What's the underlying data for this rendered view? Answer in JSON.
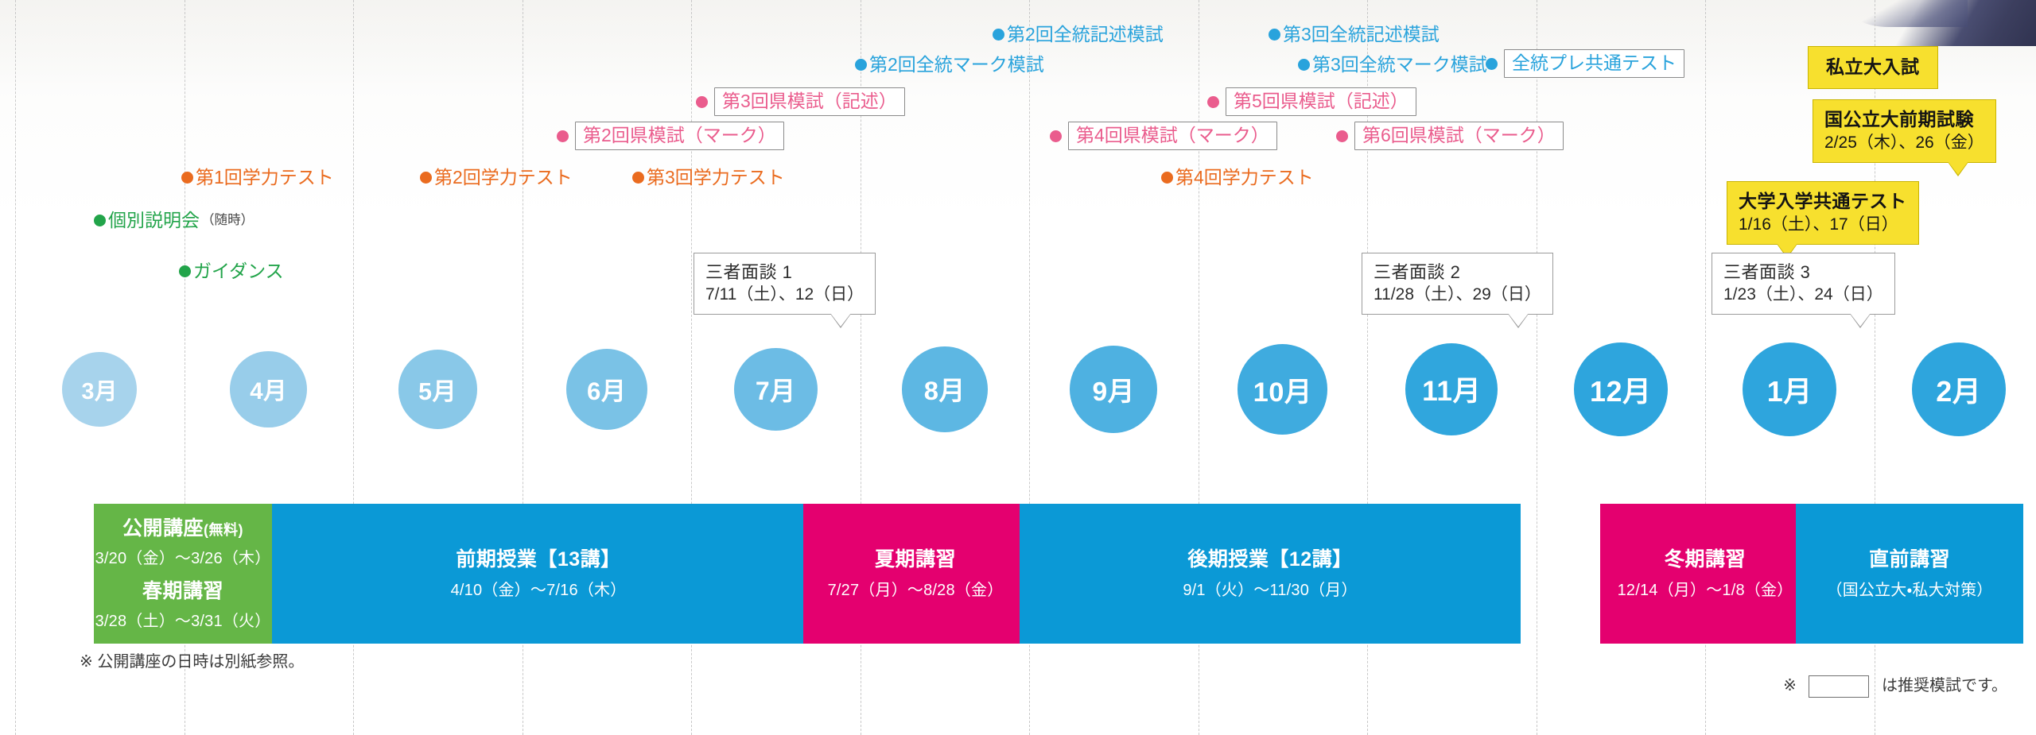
{
  "colors": {
    "orange": "#ea6b1f",
    "green": "#22a44a",
    "pink": "#ea5c8d",
    "blue": "#29a3dc",
    "yellow": "#f7e02e",
    "bar_blue": "#0b99d6",
    "bar_green": "#65b647",
    "bar_magenta": "#e4006f",
    "gridline": "#c9c9c9"
  },
  "months": [
    {
      "label": "3月"
    },
    {
      "label": "4月"
    },
    {
      "label": "5月"
    },
    {
      "label": "6月"
    },
    {
      "label": "7月"
    },
    {
      "label": "8月"
    },
    {
      "label": "9月"
    },
    {
      "label": "10月"
    },
    {
      "label": "11月"
    },
    {
      "label": "12月"
    },
    {
      "label": "1月"
    },
    {
      "label": "2月"
    }
  ],
  "green_events": [
    {
      "label": "個別説明会",
      "note": "（随時）"
    },
    {
      "label": "ガイダンス",
      "note": ""
    }
  ],
  "orange_events": [
    {
      "label": "第1回学力テスト"
    },
    {
      "label": "第2回学力テスト"
    },
    {
      "label": "第3回学力テスト"
    },
    {
      "label": "第4回学力テスト"
    }
  ],
  "pink_events": [
    {
      "label": "第2回県模試（マーク）",
      "boxed": true
    },
    {
      "label": "第3回県模試（記述）",
      "boxed": true
    },
    {
      "label": "第4回県模試（マーク）",
      "boxed": true
    },
    {
      "label": "第5回県模試（記述）",
      "boxed": true
    },
    {
      "label": "第6回県模試（マーク）",
      "boxed": true
    }
  ],
  "blue_events": [
    {
      "label": "第2回全統マーク模試",
      "boxed": false
    },
    {
      "label": "第2回全統記述模試",
      "boxed": false
    },
    {
      "label": "第3回全統マーク模試",
      "boxed": false
    },
    {
      "label": "第3回全統記述模試",
      "boxed": false
    },
    {
      "label": "全統プレ共通テスト",
      "boxed": true
    }
  ],
  "interviews": [
    {
      "title": "三者面談 1",
      "date": "7/11（土）、12（日）"
    },
    {
      "title": "三者面談 2",
      "date": "11/28（土）、29（日）"
    },
    {
      "title": "三者面談 3",
      "date": "1/23（土）、24（日）"
    }
  ],
  "exams": [
    {
      "title": "私立大入試",
      "date": ""
    },
    {
      "title": "国公立大前期試験",
      "date": "2/25（木）、26（金）"
    },
    {
      "title": "大学入学共通テスト",
      "date": "1/16（土）、17（日）"
    }
  ],
  "courses": [
    {
      "key": "spring",
      "color": "green",
      "groups": [
        {
          "title": "公開講座",
          "title_small": "(無料)",
          "date": "3/20（金）〜3/26（木）"
        },
        {
          "title": "春期講習",
          "title_small": "",
          "date": "3/28（土）〜3/31（火）"
        }
      ]
    },
    {
      "key": "first-term",
      "color": "blue",
      "groups": [
        {
          "title": "前期授業【13講】",
          "title_small": "",
          "date": "4/10（金）〜7/16（木）"
        }
      ]
    },
    {
      "key": "summer",
      "color": "magenta",
      "groups": [
        {
          "title": "夏期講習",
          "title_small": "",
          "date": "7/27（月）〜8/28（金）"
        }
      ]
    },
    {
      "key": "second-term",
      "color": "blue",
      "groups": [
        {
          "title": "後期授業【12講】",
          "title_small": "",
          "date": "9/1（火）〜11/30（月）"
        }
      ]
    },
    {
      "key": "winter",
      "color": "magenta",
      "groups": [
        {
          "title": "冬期講習",
          "title_small": "",
          "date": "12/14（月）〜1/8（金）"
        }
      ]
    },
    {
      "key": "final",
      "color": "blue",
      "groups": [
        {
          "title": "直前講習",
          "title_small": "",
          "date": "（国公立大・私大対策）"
        }
      ]
    }
  ],
  "notes": {
    "left": "※ 公開講座の日時は別紙参照。",
    "right_prefix": "※",
    "right_suffix": "は推奨模試です。"
  }
}
